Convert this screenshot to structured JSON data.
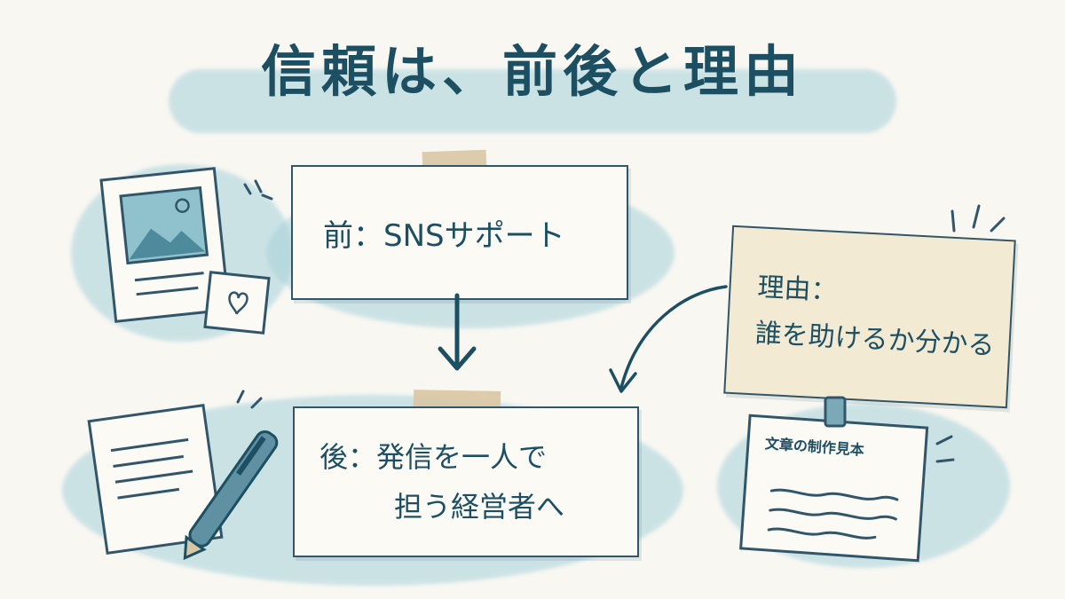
{
  "title": "信頼は、前後と理由",
  "before_card": {
    "text": "前：SNSサポート"
  },
  "after_card": {
    "line1": "後：発信を一人で",
    "line2": "担う経営者へ"
  },
  "reason_card": {
    "line1": "理由：",
    "line2": "誰を助けるか分かる"
  },
  "sample_card": {
    "label": "文章の制作見本"
  },
  "colors": {
    "ink": "#1d4f63",
    "wash": "#a8d2da",
    "tape": "#d9c6a3",
    "paper": "#fbfaf5",
    "reason_paper": "#f3ead4"
  }
}
